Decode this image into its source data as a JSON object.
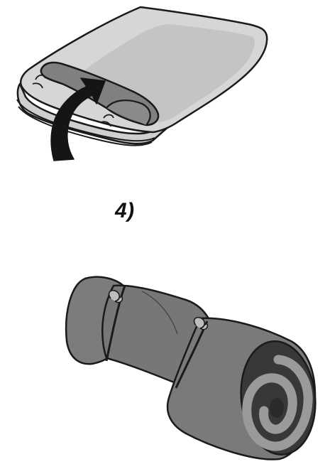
{
  "step_label": "4)",
  "colors": {
    "outline": "#1a1a1a",
    "pad_light": "#d4d4d4",
    "pad_mid": "#bdbdbd",
    "fold": "#7f7f7f",
    "arrow": "#151515",
    "roll_body": "#7a7a7a",
    "roll_shadow": "#6a6a6a",
    "roll_spiral_dark": "#2f2f2f",
    "roll_spiral_light": "#9a9a9a"
  },
  "icons": {
    "top_figure": "folding-pad-with-arrow",
    "bottom_figure": "rolled-sleeping-bag"
  }
}
